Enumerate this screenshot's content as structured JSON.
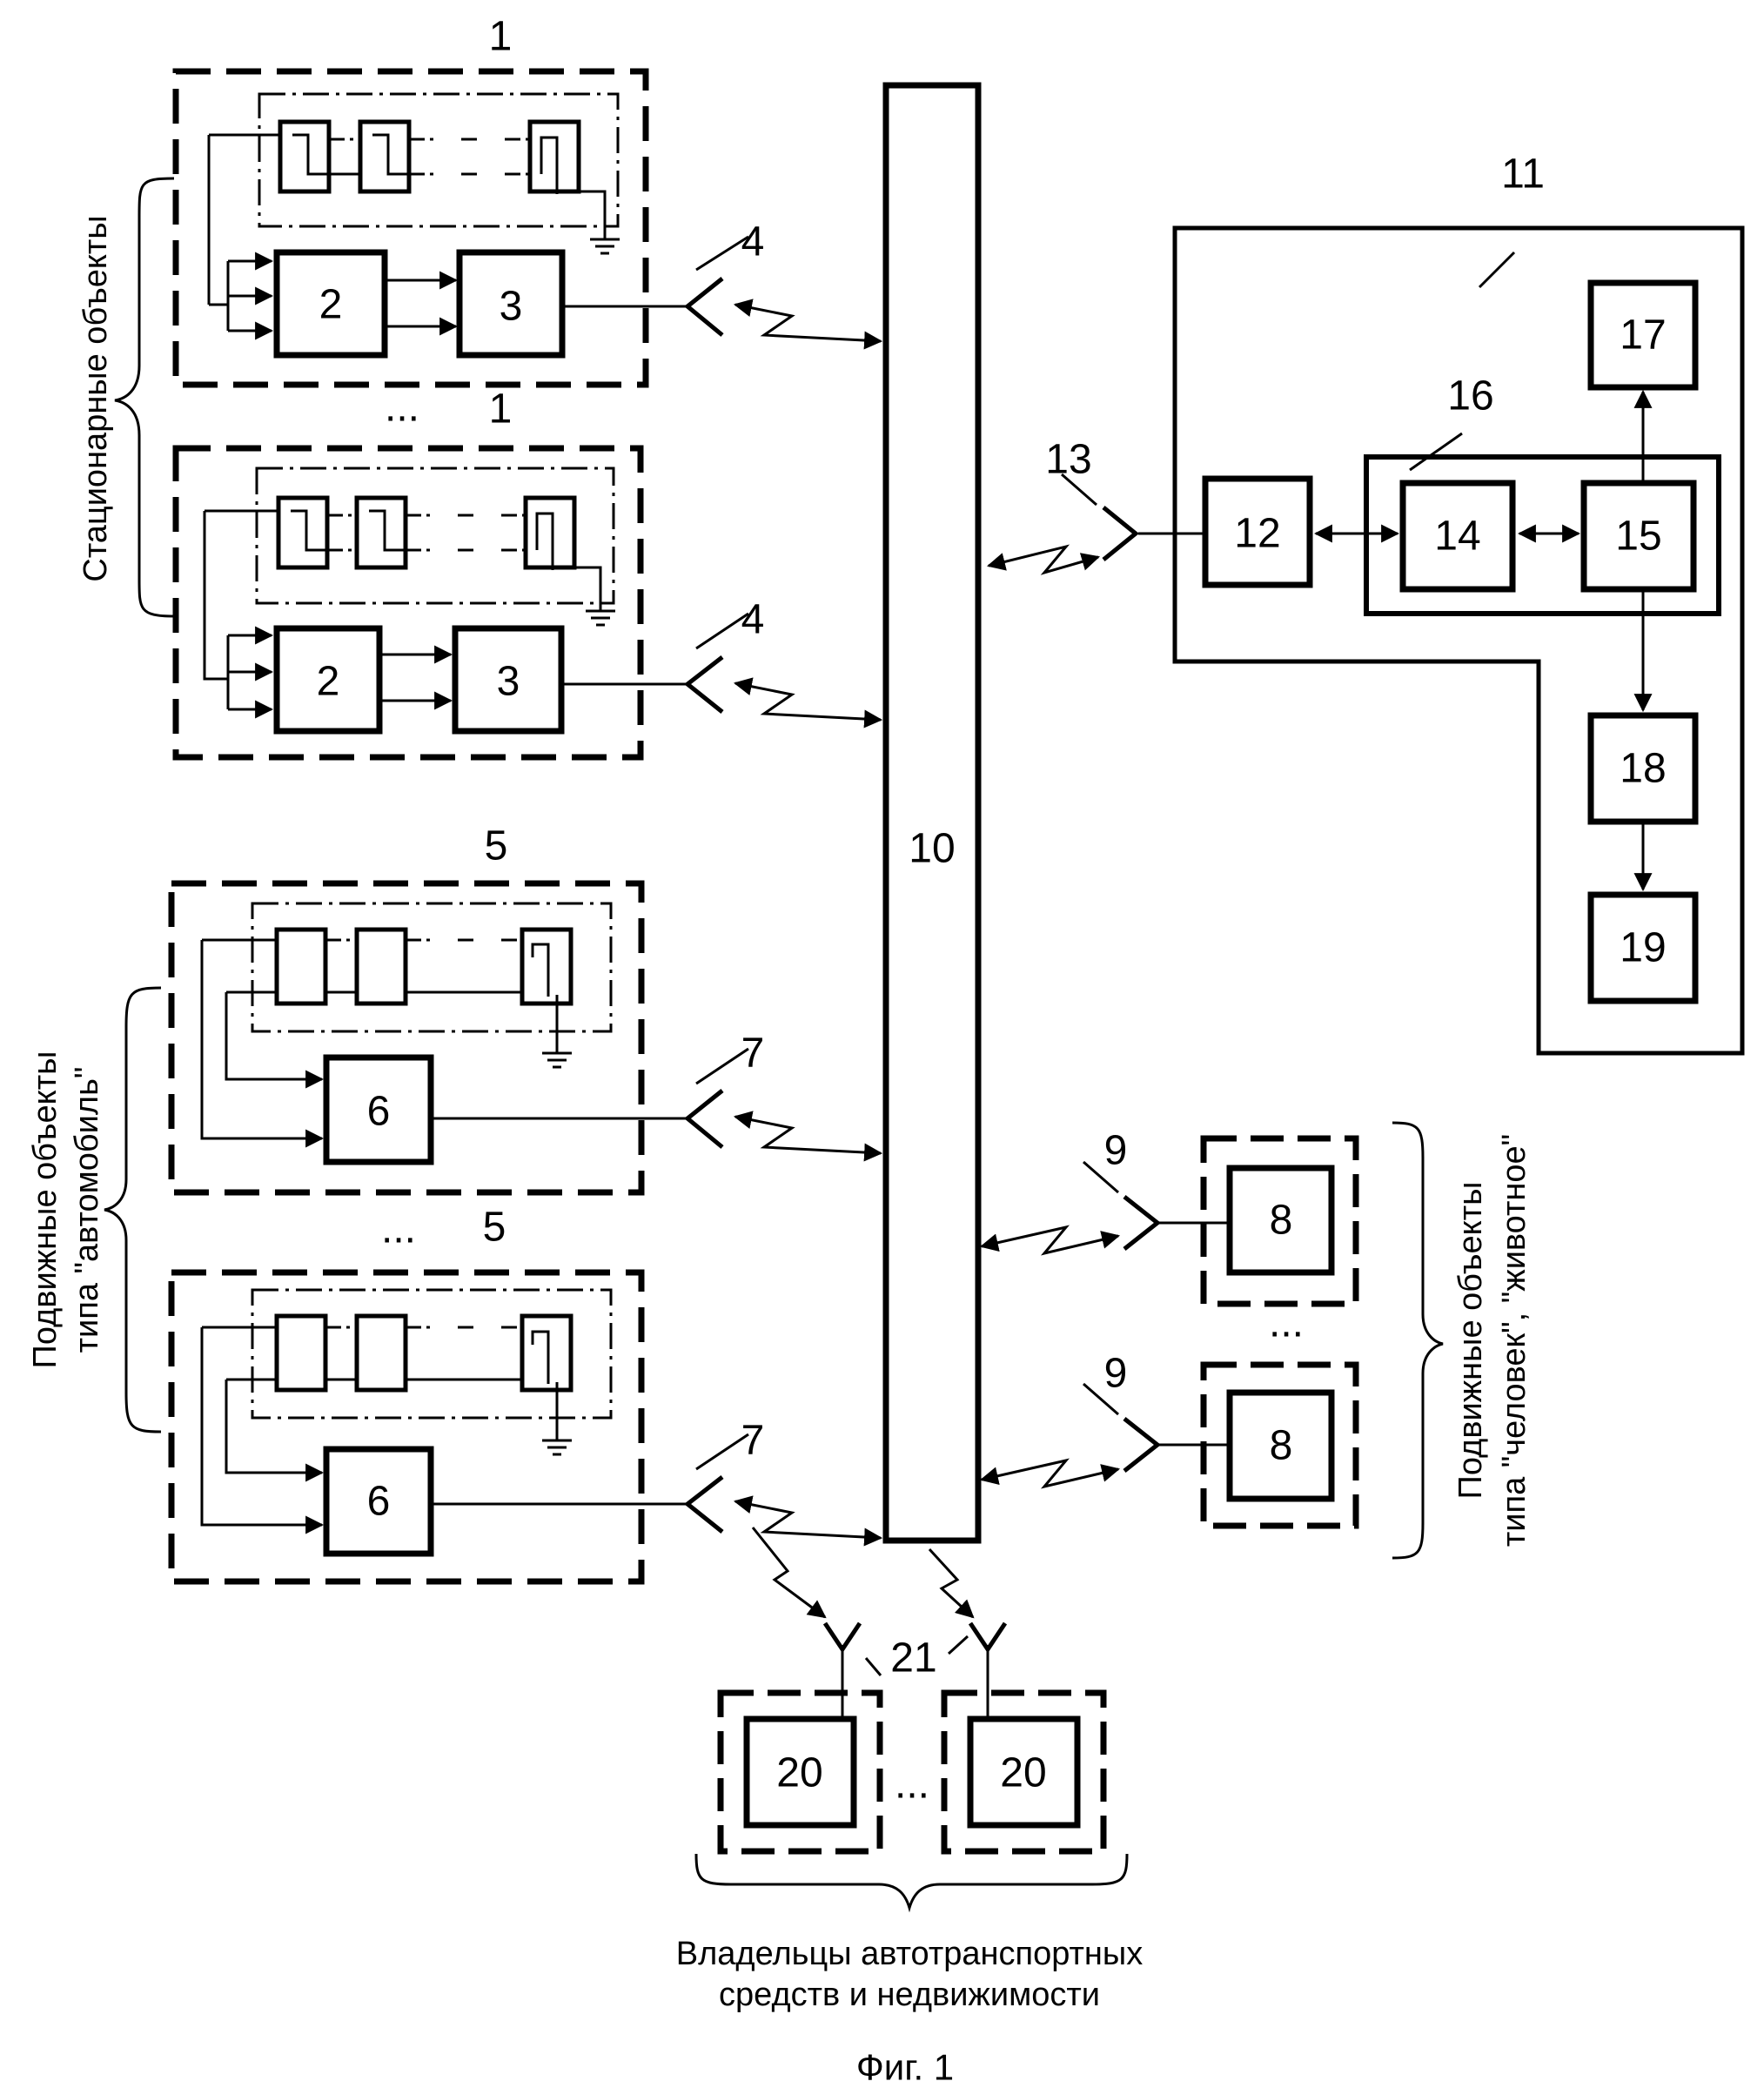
{
  "labels": {
    "n1": "1",
    "n2": "2",
    "n3": "3",
    "n4": "4",
    "n5": "5",
    "n6": "6",
    "n7": "7",
    "n8": "8",
    "n9": "9",
    "n10": "10",
    "n11": "11",
    "n12": "12",
    "n13": "13",
    "n14": "14",
    "n15": "15",
    "n16": "16",
    "n17": "17",
    "n18": "18",
    "n19": "19",
    "n20": "20",
    "n21": "21",
    "dots": "..."
  },
  "groups": {
    "stationary": "Стационарные объекты",
    "vehicle_line1": "Подвижные объекты",
    "vehicle_line2": "типа \"автомобиль\"",
    "person_line1": "Подвижные объекты",
    "person_line2": "типа \"человек\", \"животное\"",
    "owners_line1": "Владельцы автотранспортных",
    "owners_line2": "средств и недвижимости"
  },
  "caption": "Фиг. 1"
}
